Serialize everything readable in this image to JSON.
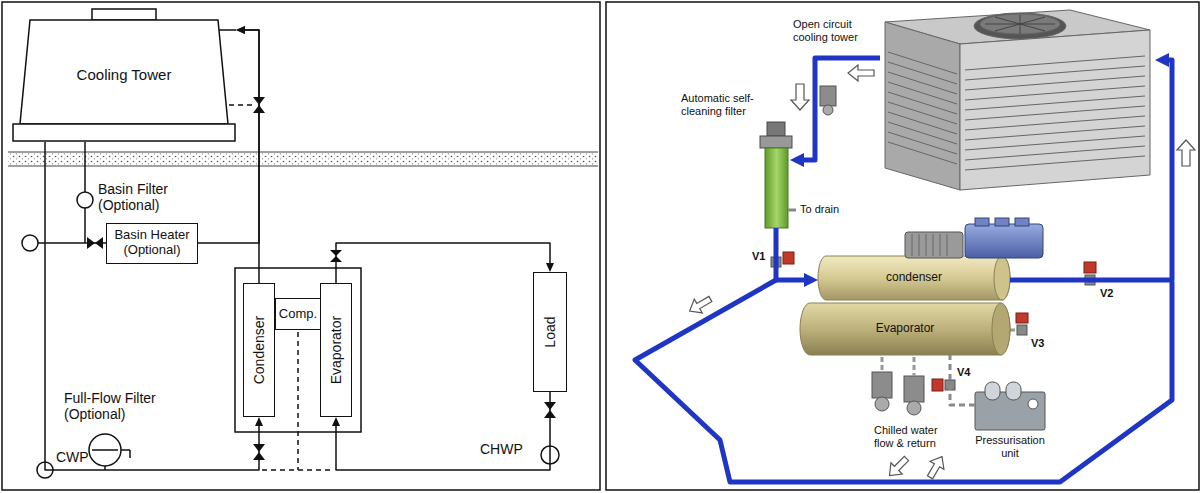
{
  "diagram": {
    "nodes": [
      {
        "text": [
          "Cooling Tower"
        ]
      },
      {
        "text": [
          "Basin Heater (Optional)"
        ]
      },
      {
        "text": [
          "Condenser"
        ]
      },
      {
        "text": [
          "Comp."
        ]
      },
      {
        "text": [
          "Evaporator"
        ]
      },
      {
        "text": [
          "Load"
        ]
      },
      {
        "text": [
          "Open circuit cooling tower"
        ]
      },
      {
        "text": [
          "Automatic self-cleaning filter"
        ]
      },
      {
        "text": [
          "condenser"
        ]
      },
      {
        "text": [
          "Evaporator"
        ]
      },
      {
        "text": [
          "Pressurisation unit"
        ]
      }
    ],
    "edges": [
      {
        "from": 0,
        "to": 2,
        "arrow": "to"
      },
      {
        "from": 2,
        "to": 0,
        "arrow": "to"
      },
      {
        "from": 1,
        "to": 0,
        "arrow": "to"
      },
      {
        "from": 4,
        "to": 5,
        "arrow": "to"
      },
      {
        "from": 5,
        "to": 4,
        "arrow": "to"
      },
      {
        "from": 6,
        "to": 7,
        "arrow": "to"
      },
      {
        "from": 7,
        "to": 8,
        "arrow": "to"
      },
      {
        "from": 8,
        "to": 6,
        "arrow": "to"
      },
      {
        "from": 10,
        "to": 9,
        "arrow": "none"
      }
    ],
    "labels": [
      "Basin Filter (Optional)",
      "Full-Flow Filter (Optional)",
      "CWP",
      "CHWP",
      "To drain",
      "V1",
      "V2",
      "V3",
      "V4",
      "Chilled water flow & return"
    ]
  }
}
